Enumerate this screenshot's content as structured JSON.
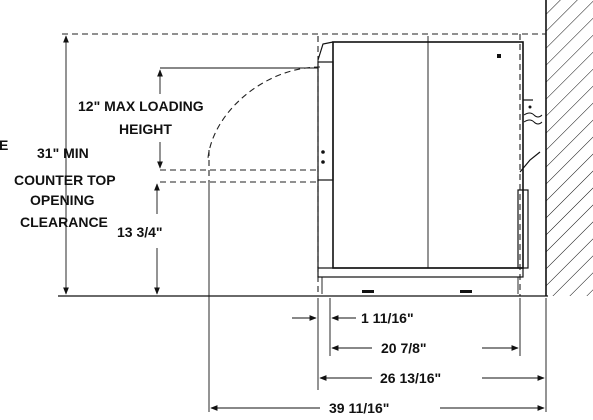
{
  "labels": {
    "partial_left_letter": "E",
    "max_loading_height_line1": "12\" MAX LOADING",
    "max_loading_height_line2": "HEIGHT",
    "counter_top_line1": "31\" MIN",
    "counter_top_line2": "COUNTER TOP",
    "counter_top_line3": "OPENING",
    "counter_top_line4": "CLEARANCE"
  },
  "dimensions": {
    "height_lower": "13 3/4\"",
    "width_1": "1 11/16\"",
    "width_2": "20 7/8\"",
    "width_3": "26 13/16\"",
    "width_4": "39 11/16\""
  },
  "colors": {
    "line": "#111111",
    "background": "#ffffff"
  }
}
